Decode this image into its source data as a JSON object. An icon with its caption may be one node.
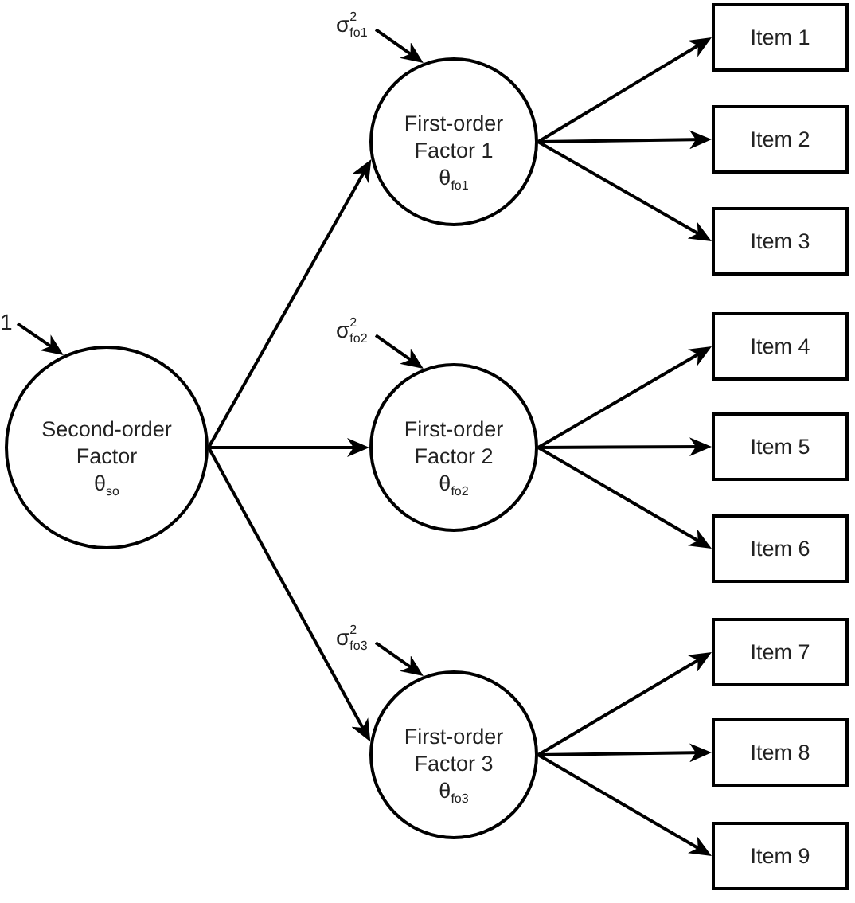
{
  "diagram": {
    "nodes": [
      {
        "text": [
          "1"
        ]
      },
      {
        "text": [
          "Second-order Factor",
          "θ$_{so}$"
        ]
      },
      {
        "text": [
          "σ$^{2}$$_{fo1}$"
        ]
      },
      {
        "text": [
          "First-order Factor 1",
          "θ$_{fo1}$"
        ]
      },
      {
        "text": [
          "σ$^{2}$$_{fo2}$"
        ]
      },
      {
        "text": [
          "First-order Factor 2",
          "θ$_{fo2}$"
        ]
      },
      {
        "text": [
          "σ$^{2}$$_{fo3}$"
        ]
      },
      {
        "text": [
          "First-order Factor 3",
          "θ$_{fo3}$"
        ]
      },
      {
        "text": [
          "Item 1"
        ]
      },
      {
        "text": [
          "Item 2"
        ]
      },
      {
        "text": [
          "Item 3"
        ]
      },
      {
        "text": [
          "Item 4"
        ]
      },
      {
        "text": [
          "Item 5"
        ]
      },
      {
        "text": [
          "Item 6"
        ]
      },
      {
        "text": [
          "Item 7"
        ]
      },
      {
        "text": [
          "Item 8"
        ]
      },
      {
        "text": [
          "Item 9"
        ]
      }
    ],
    "edges": [
      {
        "from": 0,
        "to": 1,
        "arrow": "to"
      },
      {
        "from": 1,
        "to": 3,
        "arrow": "to"
      },
      {
        "from": 1,
        "to": 5,
        "arrow": "to"
      },
      {
        "from": 1,
        "to": 7,
        "arrow": "to"
      },
      {
        "from": 2,
        "to": 3,
        "arrow": "to"
      },
      {
        "from": 4,
        "to": 5,
        "arrow": "to"
      },
      {
        "from": 6,
        "to": 7,
        "arrow": "to"
      },
      {
        "from": 3,
        "to": 8,
        "arrow": "to"
      },
      {
        "from": 3,
        "to": 9,
        "arrow": "to"
      },
      {
        "from": 3,
        "to": 10,
        "arrow": "to"
      },
      {
        "from": 5,
        "to": 11,
        "arrow": "to"
      },
      {
        "from": 5,
        "to": 12,
        "arrow": "to"
      },
      {
        "from": 5,
        "to": 13,
        "arrow": "to"
      },
      {
        "from": 7,
        "to": 14,
        "arrow": "to"
      },
      {
        "from": 7,
        "to": 15,
        "arrow": "to"
      },
      {
        "from": 7,
        "to": 16,
        "arrow": "to"
      }
    ]
  }
}
